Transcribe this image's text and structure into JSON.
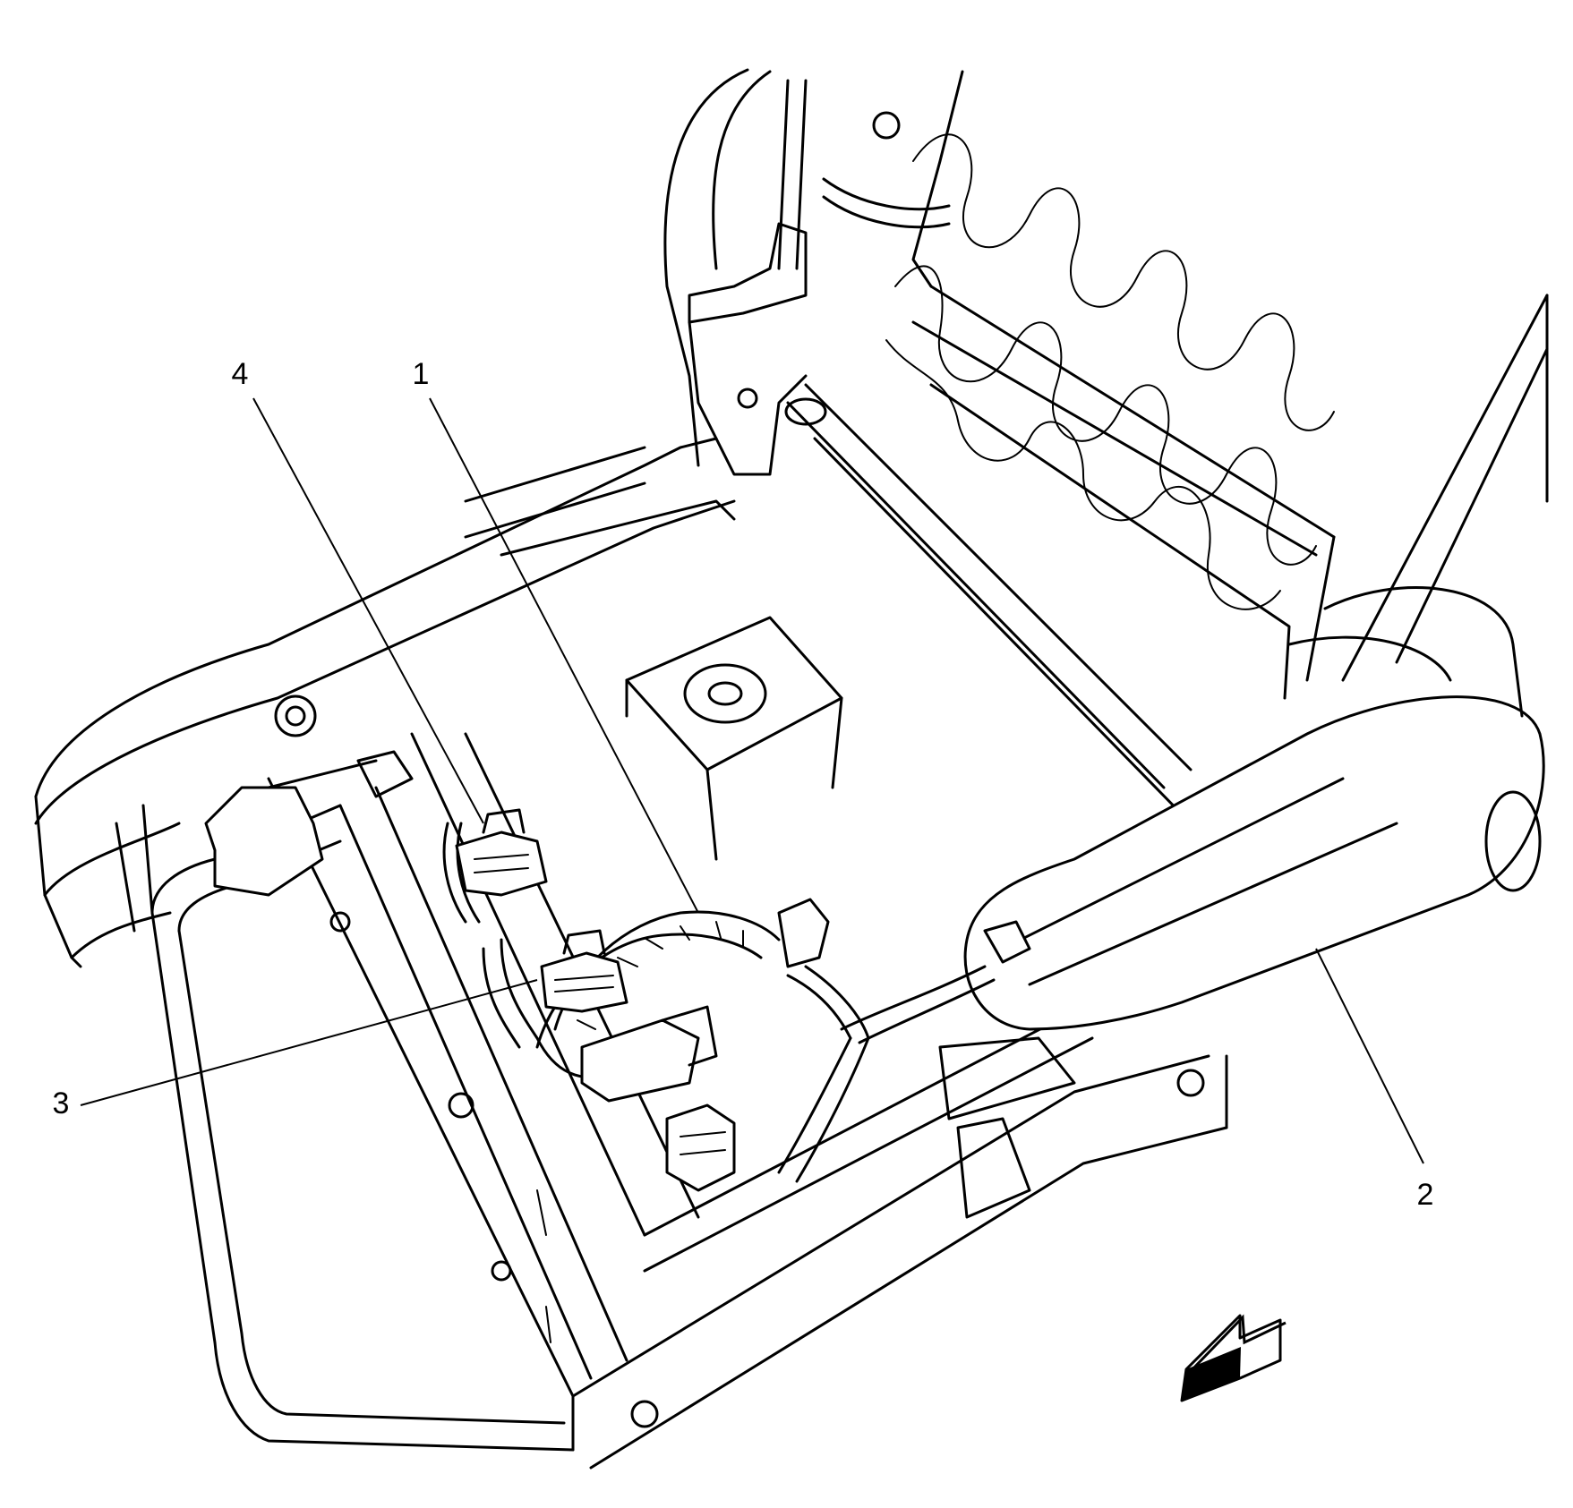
{
  "diagram": {
    "callouts": [
      {
        "id": "1",
        "label": "1"
      },
      {
        "id": "2",
        "label": "2"
      },
      {
        "id": "3",
        "label": "3"
      },
      {
        "id": "4",
        "label": "4"
      }
    ],
    "direction_arrow": "front-direction-arrow-icon"
  }
}
